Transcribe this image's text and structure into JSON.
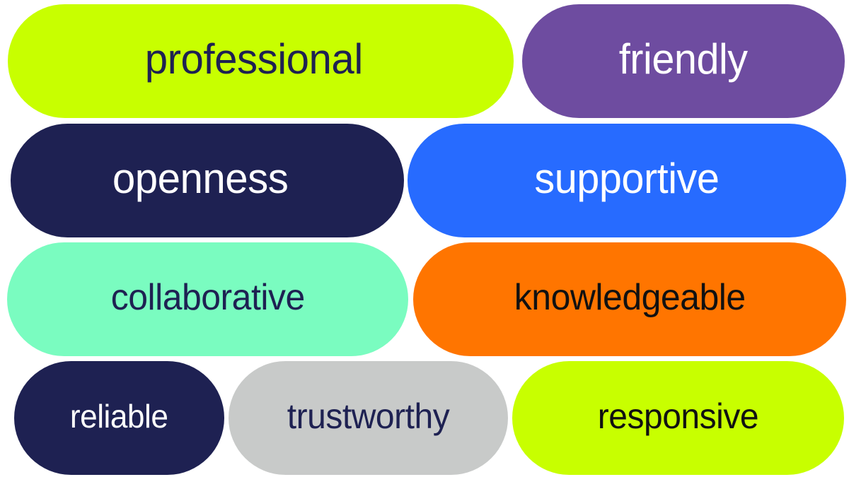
{
  "colors": {
    "background": "#ffffff",
    "lime": "#c8ff00",
    "purple": "#6e4ca0",
    "navy": "#1e2152",
    "blue": "#276bff",
    "mint": "#7afcc0",
    "orange": "#ff7500",
    "gray": "#c8cac9",
    "text_navy": "#1e2152",
    "text_white": "#ffffff",
    "text_black": "#111111"
  },
  "pills": [
    {
      "id": "professional",
      "label": "professional",
      "bg": "#c8ff00",
      "fg": "#1e2152"
    },
    {
      "id": "friendly",
      "label": "friendly",
      "bg": "#6e4ca0",
      "fg": "#ffffff"
    },
    {
      "id": "openness",
      "label": "openness",
      "bg": "#1e2152",
      "fg": "#ffffff"
    },
    {
      "id": "supportive",
      "label": "supportive",
      "bg": "#276bff",
      "fg": "#ffffff"
    },
    {
      "id": "collaborative",
      "label": "collaborative",
      "bg": "#7afcc0",
      "fg": "#1e2152"
    },
    {
      "id": "knowledgeable",
      "label": "knowledgeable",
      "bg": "#ff7500",
      "fg": "#111111"
    },
    {
      "id": "reliable",
      "label": "reliable",
      "bg": "#1e2152",
      "fg": "#ffffff"
    },
    {
      "id": "trustworthy",
      "label": "trustworthy",
      "bg": "#c8cac9",
      "fg": "#1e2152"
    },
    {
      "id": "responsive",
      "label": "responsive",
      "bg": "#c8ff00",
      "fg": "#111111"
    }
  ]
}
